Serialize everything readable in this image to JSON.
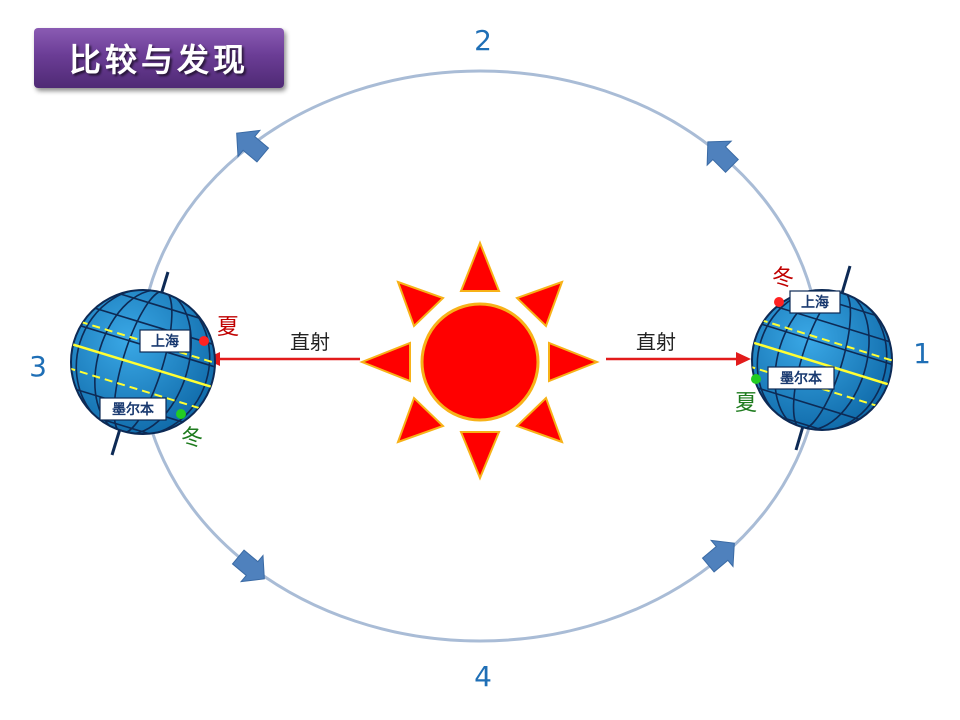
{
  "title": "比较与发现",
  "orbit_labels": {
    "p1": "1",
    "p2": "2",
    "p3": "3",
    "p4": "4"
  },
  "rays": {
    "left": "直射",
    "right": "直射"
  },
  "earth_left": {
    "shanghai": "上海",
    "melbourne": "墨尔本",
    "season_shanghai": "夏",
    "season_melbourne": "冬"
  },
  "earth_right": {
    "shanghai": "上海",
    "melbourne": "墨尔本",
    "season_shanghai": "冬",
    "season_melbourne": "夏"
  },
  "colors": {
    "orbit": "#a9bcd6",
    "sun": "#ff0000",
    "sun_border": "#f7b218",
    "earth": "#1c86c9",
    "arrow": "#4f81bd",
    "ray": "#e21b1b",
    "summer": "#c00000",
    "winter": "#1e7b1e",
    "number": "#1f6fb6"
  }
}
